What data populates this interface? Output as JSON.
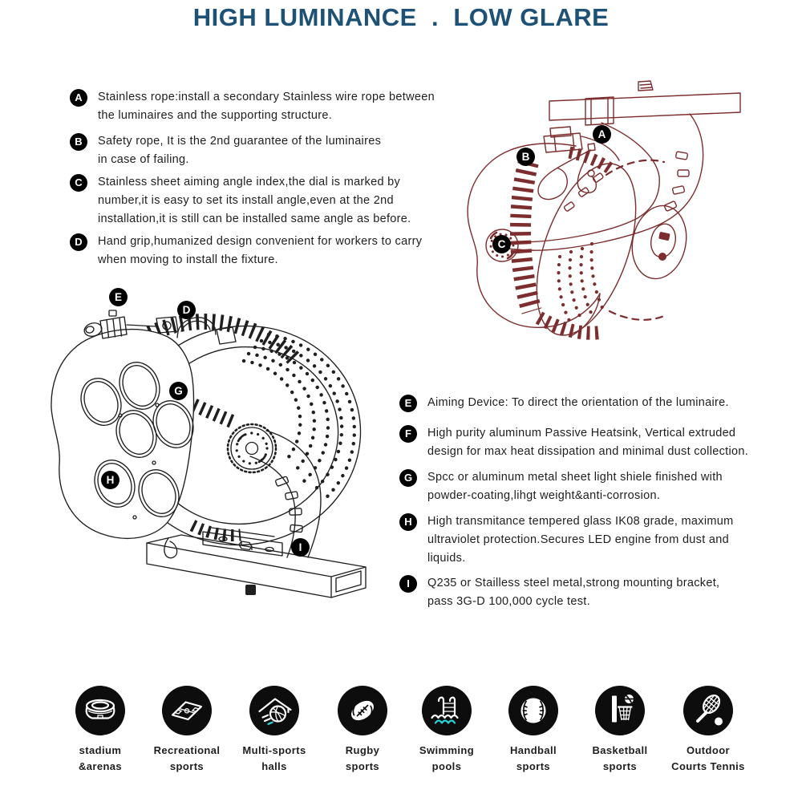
{
  "title": "HIGH LUMINANCE  .  LOW GLARE",
  "colors": {
    "title": "#1d5276",
    "body_text": "#1e1e1e",
    "back_diagram_line": "#7c2d2d",
    "front_diagram_line": "#1f1f1f",
    "cyan_accent": "#2bd4d9",
    "badge_bg": "#000000",
    "badge_text": "#ffffff",
    "icon_bg": "#0d0d0d",
    "icon_fg": "#ffffff"
  },
  "features_left": [
    {
      "id": "A",
      "text": "Stainless rope:install a secondary Stainless wire rope between\nthe luminaires and the supporting structure."
    },
    {
      "id": "B",
      "text": "Safety rope, It is the 2nd guarantee of the luminaires\nin case of failing."
    },
    {
      "id": "C",
      "text": "Stainless sheet aiming angle index,the dial is marked by\nnumber,it is easy to set its install angle,even at the 2nd\ninstallation,it is still can be installed same angle as before."
    },
    {
      "id": "D",
      "text": "Hand grip,humanized design convenient for workers to carry\nwhen moving to install the fixture."
    }
  ],
  "features_right": [
    {
      "id": "E",
      "text": "Aiming Device: To direct the orientation of the luminaire."
    },
    {
      "id": "F",
      "text": "High purity aluminum Passive Heatsink, Vertical extruded\ndesign for max heat dissipation and minimal dust collection."
    },
    {
      "id": "G",
      "text": "Spcc or aluminum metal sheet light shiele finished with\npowder-coating,lihgt weight&anti-corrosion."
    },
    {
      "id": "H",
      "text": "High transmitance tempered glass IK08 grade, maximum\nultraviolet protection.Secures LED engine from dust and\nliquids."
    },
    {
      "id": "I",
      "text": "Q235 or Stailless steel metal,strong mounting bracket,\npass 3G-D 100,000 cycle test."
    }
  ],
  "diagram_back": {
    "name": "luminaire-rear-view-drawing",
    "callouts": [
      "A",
      "B",
      "C"
    ]
  },
  "diagram_front": {
    "name": "luminaire-front-view-drawing",
    "callouts": [
      "E",
      "D",
      "G",
      "H",
      "I"
    ]
  },
  "applications": [
    {
      "name": "stadium-arenas",
      "icon": "stadium-icon",
      "label": "stadium\n&arenas"
    },
    {
      "name": "recreational-sports",
      "icon": "sports-field-icon",
      "label": "Recreational\nsports"
    },
    {
      "name": "multi-sports-halls",
      "icon": "hall-basketball-icon",
      "label": "Multi-sports\nhalls"
    },
    {
      "name": "rugby-sports",
      "icon": "rugby-ball-icon",
      "label": "Rugby\nsports"
    },
    {
      "name": "swimming-pools",
      "icon": "pool-ladder-icon",
      "label": "Swimming\npools"
    },
    {
      "name": "handball-sports",
      "icon": "handball-icon",
      "label": "Handball\nsports"
    },
    {
      "name": "basketball-sports",
      "icon": "basketball-hoop-icon",
      "label": "Basketball\nsports"
    },
    {
      "name": "outdoor-courts-tennis",
      "icon": "tennis-racket-icon",
      "label": "Outdoor\nCourts Tennis"
    }
  ]
}
